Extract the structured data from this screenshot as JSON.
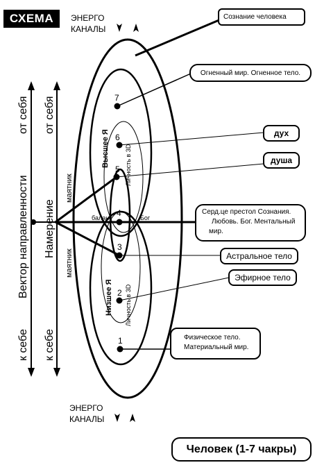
{
  "badge": "СХЕМА",
  "energy_channels_top": [
    "ЭНЕРГО",
    "КАНАЛЫ"
  ],
  "energy_channels_bottom": [
    "ЭНЕРГО",
    "КАНАЛЫ"
  ],
  "callouts": {
    "consciousness": "Сознание человека",
    "fire_world": "Огненный мир. Огненное тело.",
    "spirit": "дух",
    "soul": "душа",
    "heart": [
      "Серд.це престол Сознания.",
      "Любовь.  Бог. Ментальный",
      "мир."
    ],
    "astral": "Астральное тело",
    "etheric": "Эфирное тело",
    "physical": [
      "Физическое тело.",
      "Материальный мир."
    ]
  },
  "left_axis": {
    "vector": "Вектор направленности",
    "from_self_outer": "от себя",
    "to_self_outer": "к себе",
    "from_self_inner": "от себя",
    "to_self_inner": "к себе",
    "intention": "Намерение",
    "pendulum_top": "маятник",
    "pendulum_bottom": "маятник"
  },
  "inner_labels": {
    "higher_self": "Высшее Я",
    "lower_self": "Низшее Я",
    "personality_top": "Личность в 3D",
    "personality_bottom": "Личность в 3D",
    "balance": "баланс",
    "god": "Бог"
  },
  "chakras": [
    "1",
    "2",
    "3",
    "4",
    "5",
    "6",
    "7"
  ],
  "title": "Человек (1-7 чакры)"
}
